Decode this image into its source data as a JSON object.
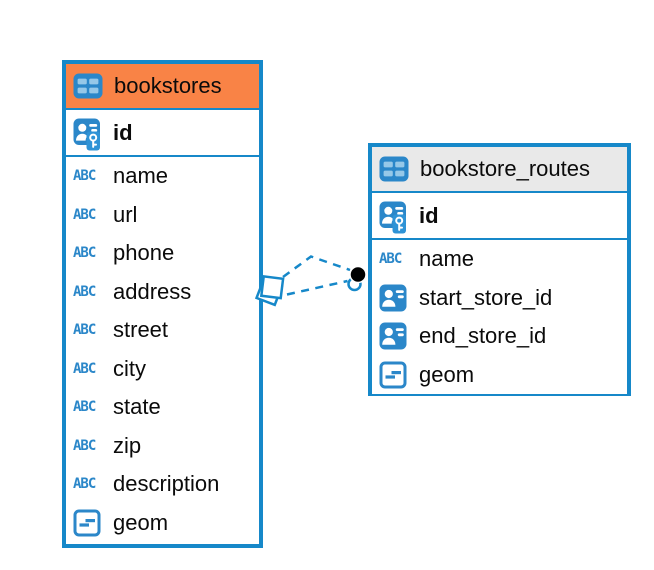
{
  "tables": {
    "bookstores": {
      "title": "bookstores",
      "header_icon": "table",
      "pk": {
        "label": "id",
        "icon": "primary-key"
      },
      "fields": [
        {
          "label": "name",
          "icon": "text"
        },
        {
          "label": "url",
          "icon": "text"
        },
        {
          "label": "phone",
          "icon": "text"
        },
        {
          "label": "address",
          "icon": "text"
        },
        {
          "label": "street",
          "icon": "text"
        },
        {
          "label": "city",
          "icon": "text"
        },
        {
          "label": "state",
          "icon": "text"
        },
        {
          "label": "zip",
          "icon": "text"
        },
        {
          "label": "description",
          "icon": "text"
        },
        {
          "label": "geom",
          "icon": "geometry"
        }
      ]
    },
    "bookstore_routes": {
      "title": "bookstore_routes",
      "header_icon": "table",
      "pk": {
        "label": "id",
        "icon": "primary-key"
      },
      "fields": [
        {
          "label": "name",
          "icon": "text"
        },
        {
          "label": "start_store_id",
          "icon": "foreign-key"
        },
        {
          "label": "end_store_id",
          "icon": "foreign-key"
        },
        {
          "label": "geom",
          "icon": "geometry"
        }
      ]
    }
  },
  "relationship": {
    "from_table": "bookstore_routes",
    "to_table": "bookstores",
    "line_style": "dashed",
    "link_count": 2
  },
  "colors": {
    "accent_blue": "#1688c9",
    "icon_blue": "#2b87c9",
    "bookstores_header_orange": "#f98346",
    "bookstore_routes_header_gray": "#e9e9e9",
    "connector_endpoint_black": "#000000"
  }
}
